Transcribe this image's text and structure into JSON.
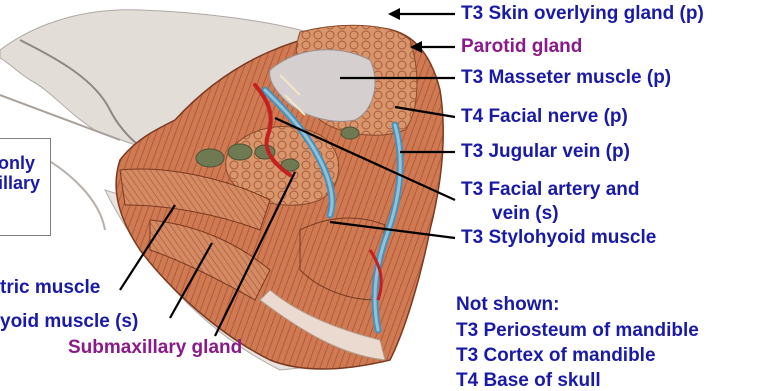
{
  "labels": {
    "skin": "T3 Skin overlying gland (p)",
    "parotid": "Parotid gland",
    "masseter": "T3 Masseter muscle (p)",
    "facial_nerve": "T4 Facial nerve (p)",
    "jugular": "T3 Jugular vein (p)",
    "facial_artery_line1": "T3 Facial artery and",
    "facial_artery_line2": "vein (s)",
    "stylohyoid": "T3 Stylohyoid muscle",
    "digastric": "tric muscle",
    "mylohyoid": "yoid muscle (s)",
    "submaxillary": "Submaxillary gland"
  },
  "not_shown": {
    "heading": "Not shown:",
    "items": [
      "T3 Periosteum of mandible",
      "T3 Cortex of mandible",
      "T4 Base of skull"
    ]
  },
  "left_box": {
    "line1": "only",
    "line2": "illary"
  },
  "colors": {
    "label_blue": "#1a1aa8",
    "label_purple": "#8a1a8a",
    "muscle": "#c8704a",
    "gland": "#d89a72",
    "vein": "#6aa8c8",
    "artery": "#c42020",
    "skin": "#e6e0dc"
  }
}
